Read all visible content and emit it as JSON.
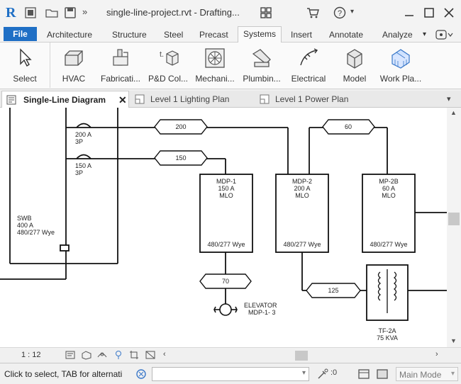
{
  "titlebar": {
    "title": "single-line-project.rvt - Drafting..."
  },
  "ribbon_tabs": [
    "File",
    "Architecture",
    "Structure",
    "Steel",
    "Precast",
    "Systems",
    "Insert",
    "Annotate",
    "Analyze"
  ],
  "active_tab": "Systems",
  "ribbon_buttons": [
    "Select",
    "HVAC",
    "Fabricati...",
    "P&D Col...",
    "Mechani...",
    "Plumbin...",
    "Electrical",
    "Model",
    "Work Pla..."
  ],
  "view_tabs": [
    "Single-Line Diagram",
    "Level 1 Lighting Plan",
    "Level 1 Power Plan"
  ],
  "diagram": {
    "breaker1": {
      "rating": "200 A",
      "poles": "3P"
    },
    "breaker2": {
      "rating": "150 A",
      "poles": "3P"
    },
    "swb": {
      "name": "SWB",
      "rating": "400 A",
      "voltage": "480/277 Wye"
    },
    "feeder_200": "200",
    "feeder_150": "150",
    "feeder_60": "60",
    "feeder_70": "70",
    "feeder_125": "125",
    "mdp1": {
      "name": "MDP-1",
      "rating": "150 A",
      "type": "MLO",
      "voltage": "480/277 Wye"
    },
    "mdp2": {
      "name": "MDP-2",
      "rating": "200 A",
      "type": "MLO",
      "voltage": "480/277 Wye"
    },
    "mp2b": {
      "name": "MP-2B",
      "rating": "60 A",
      "type": "MLO",
      "voltage": "480/277 Wye"
    },
    "elevator": {
      "name": "ELEVATOR",
      "circuit": "MDP-1- 3"
    },
    "tf2a": {
      "name": "TF-2A",
      "rating": "75 KVA"
    }
  },
  "viewbar": {
    "scale": "1 : 12"
  },
  "statusbar": {
    "hint": "Click to select, TAB for alternati",
    "mode": "Main Mode"
  }
}
